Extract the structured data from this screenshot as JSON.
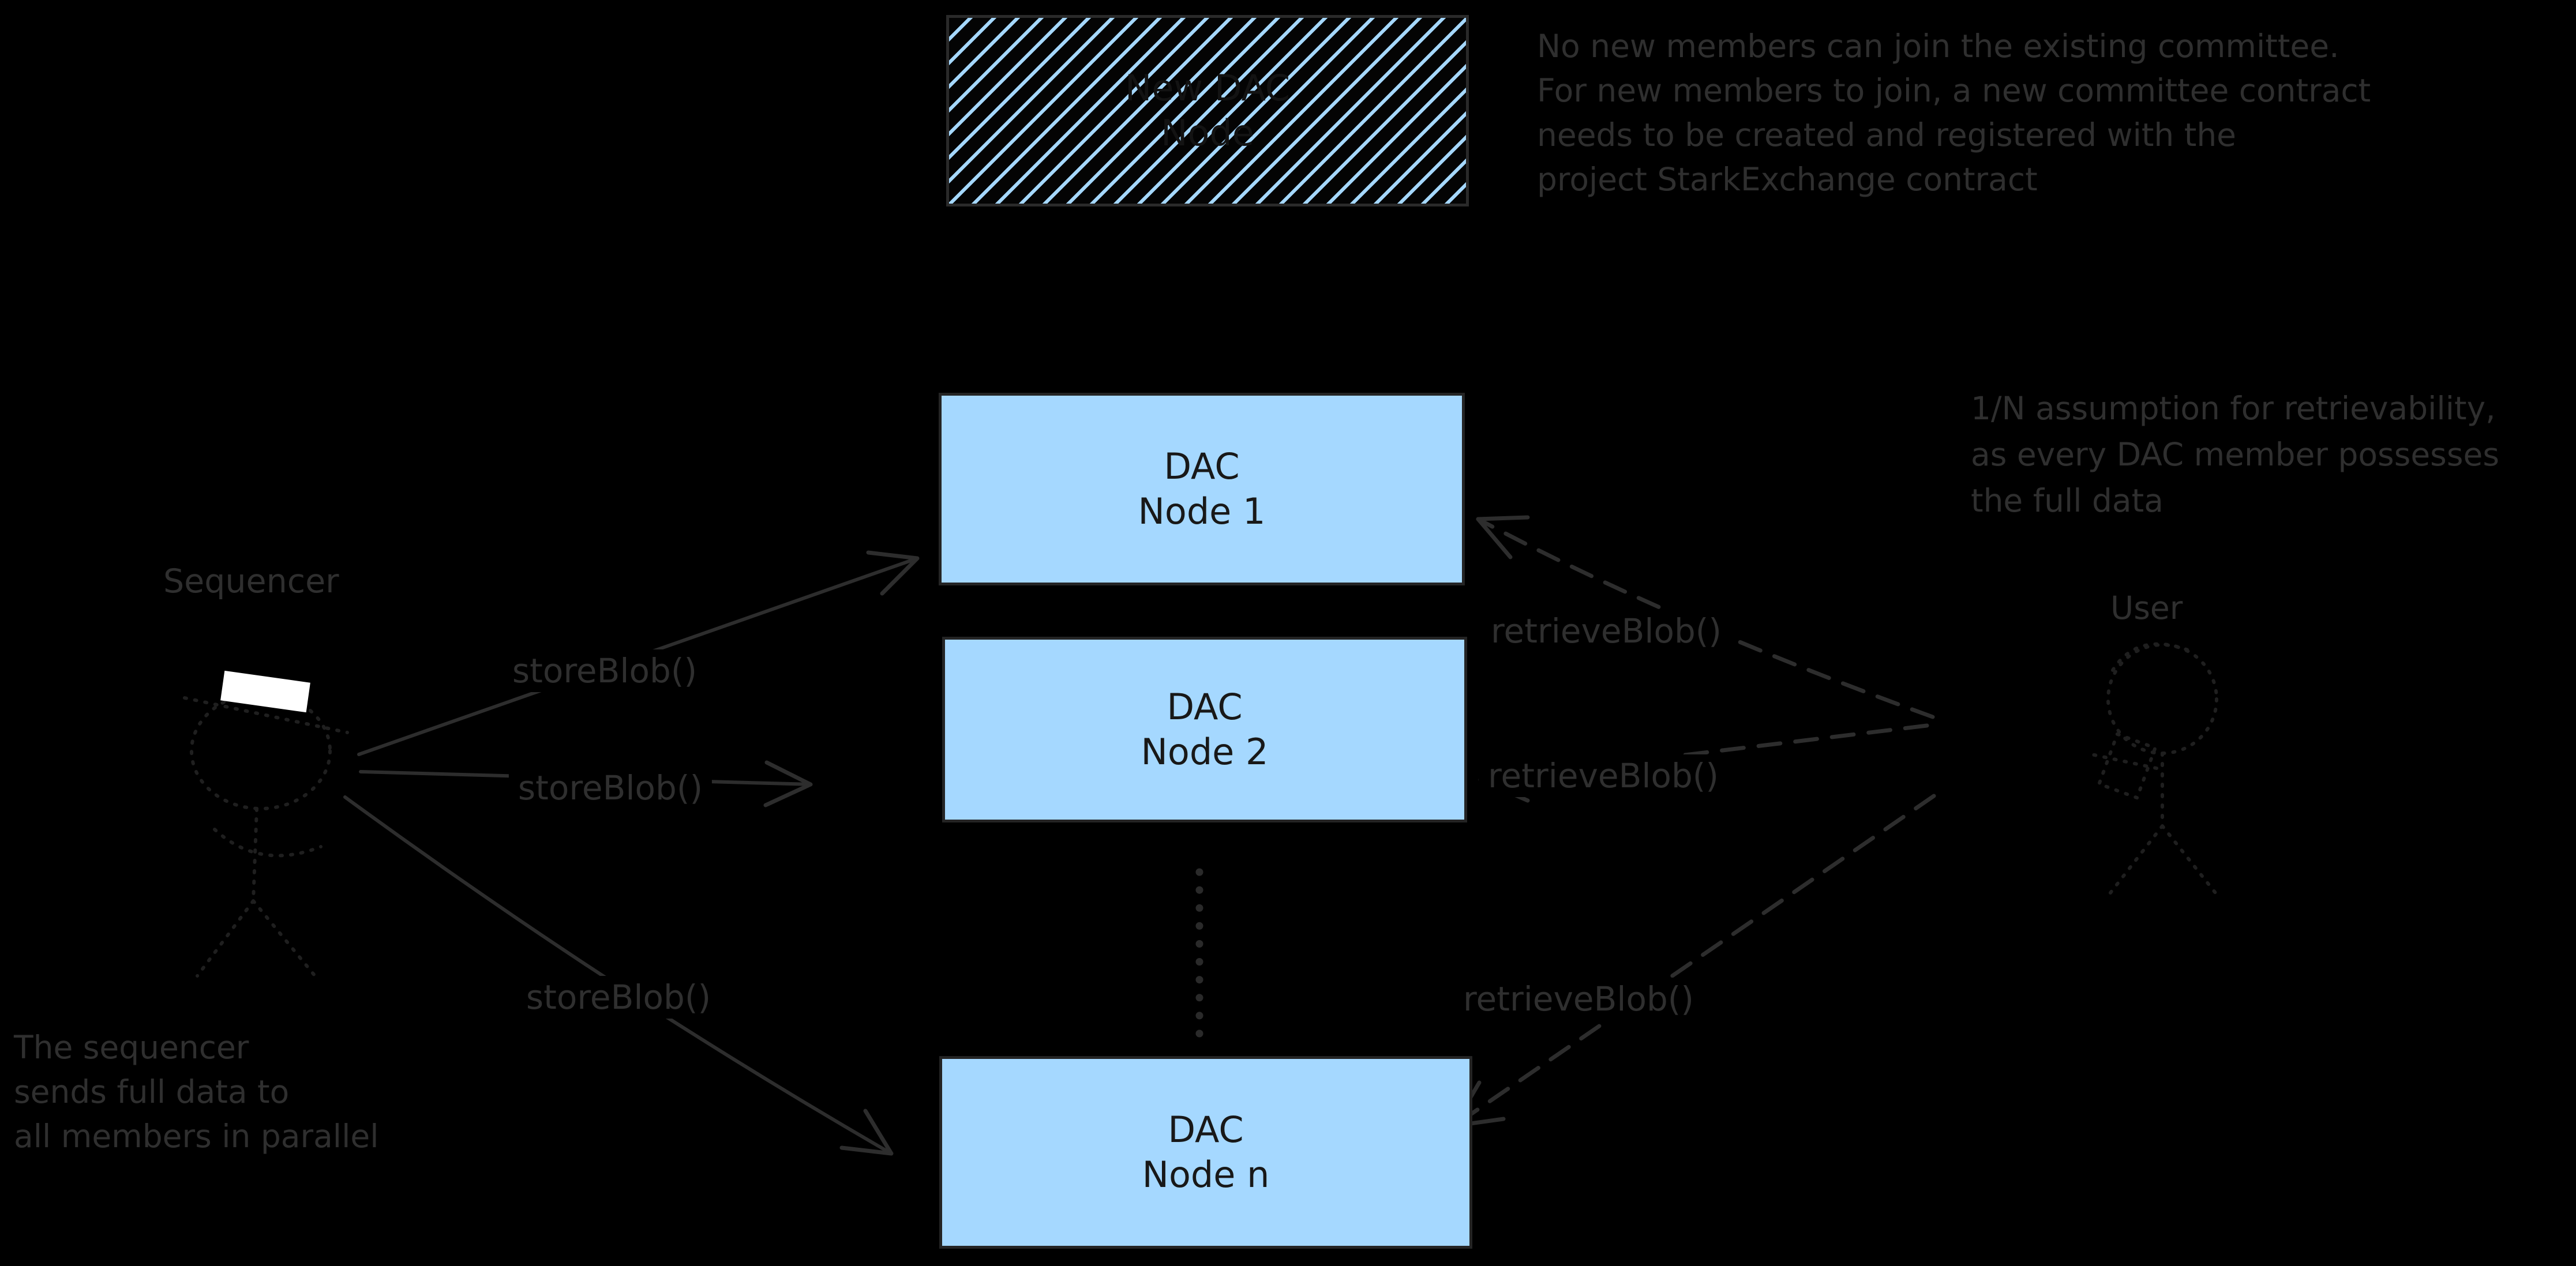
{
  "colors": {
    "background": "#000000",
    "node_fill": "#a5d8ff",
    "hatch_stripe": "#a5d8ff",
    "annotation_stroke": "#2f2f2f",
    "box_text": "#181818",
    "sequencer_visor": "#ffffff"
  },
  "boxes": {
    "new_dac": {
      "line1": "New DAC",
      "line2": "Node"
    },
    "node1": {
      "line1": "DAC",
      "line2": "Node 1"
    },
    "node2": {
      "line1": "DAC",
      "line2": "Node 2"
    },
    "node_n": {
      "line1": "DAC",
      "line2": "Node n"
    }
  },
  "actors": {
    "sequencer": {
      "label": "Sequencer"
    },
    "user": {
      "label": "User"
    }
  },
  "edges": {
    "store1": {
      "label": "storeBlob()"
    },
    "store2": {
      "label": "storeBlob()"
    },
    "store3": {
      "label": "storeBlob()"
    },
    "retrieve1": {
      "label": "retrieveBlob()"
    },
    "retrieve2": {
      "label": "retrieveBlob()"
    },
    "retrieve3": {
      "label": "retrieveBlob()"
    }
  },
  "notes": {
    "committee": {
      "line1": "No new members can join the existing committee.",
      "line2": "For new members to join, a new committee contract",
      "line3": "needs to be created and registered with the",
      "line4": "project StarkExchange contract"
    },
    "retrievability": {
      "line1": "1/N assumption for retrievability,",
      "line2": "as every DAC member possesses",
      "line3": "the full data"
    },
    "sequencer_parallel": {
      "line1": "The sequencer",
      "line2": "sends full data to",
      "line3": "all members in parallel"
    }
  }
}
